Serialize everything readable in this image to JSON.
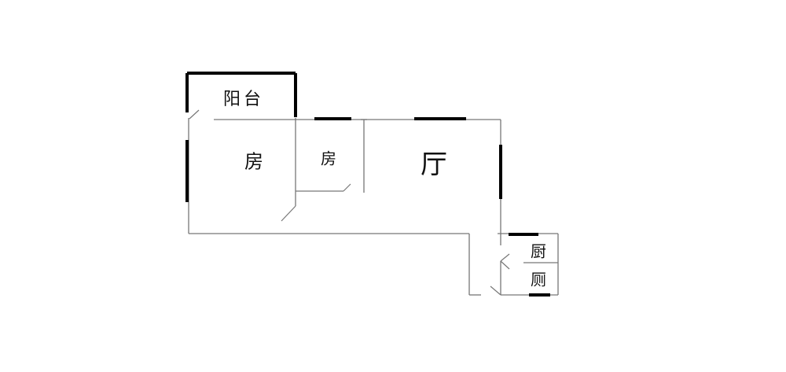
{
  "title": "Floor plan",
  "rooms": {
    "balcony": "阳台",
    "bedroom_main": "房",
    "bedroom_small": "房",
    "living_room": "厅",
    "kitchen": "厨",
    "toilet": "厕"
  },
  "colors": {
    "wall": "#777777",
    "window": "#000000",
    "text": "#111111"
  }
}
